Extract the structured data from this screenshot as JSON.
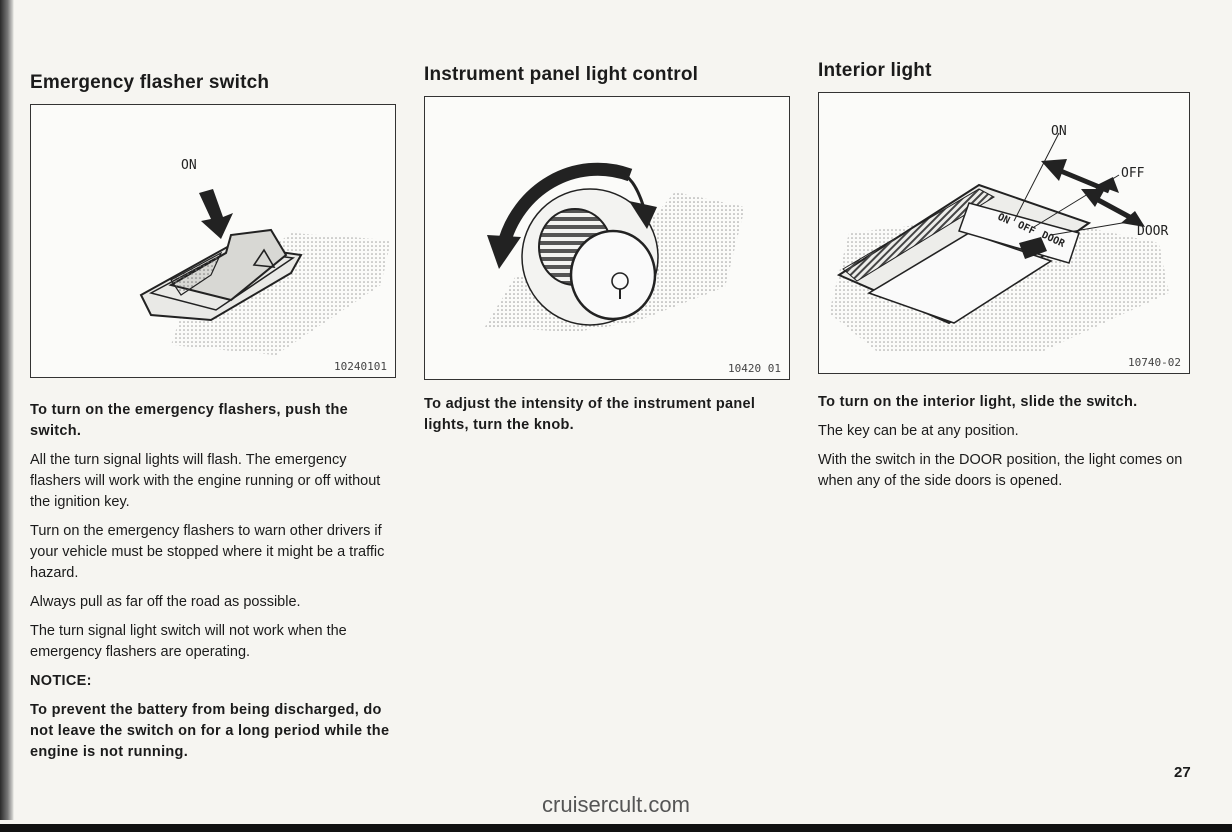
{
  "sections": {
    "emergency": {
      "title": "Emergency flasher switch",
      "figure": {
        "label_on": "ON",
        "code": "10240101"
      },
      "paragraphs": [
        "To turn on the emergency flashers, push the switch.",
        "All the turn signal lights will flash. The emergency flashers will work with the engine running or off without the ignition key.",
        "Turn on the emergency flashers to warn other drivers if your vehicle must be stopped where it might be a traffic hazard.",
        "Always pull as far off the road as possible.",
        "The turn signal light switch will not work when the emergency flashers are operating."
      ],
      "notice_label": "NOTICE:",
      "notice_text": "To prevent the battery from being discharged, do not leave the switch on for a long period while the engine is not running."
    },
    "instrument": {
      "title": "Instrument panel light control",
      "figure": {
        "code": "10420 01"
      },
      "paragraphs": [
        "To adjust the intensity of the instrument panel lights, turn the knob."
      ]
    },
    "interior": {
      "title": "Interior light",
      "figure": {
        "label_on": "ON",
        "label_off": "OFF",
        "label_door": "DOOR",
        "code": "10740-02",
        "switch_on": "ON",
        "switch_off": "OFF",
        "switch_door": "DOOR"
      },
      "paragraphs": [
        "To turn on the interior light, slide the switch.",
        "The key can be at any position.",
        "With the switch in the DOOR position, the light comes on when any of the side doors is opened."
      ]
    }
  },
  "page_number": "27",
  "watermark": "cruisercult.com"
}
